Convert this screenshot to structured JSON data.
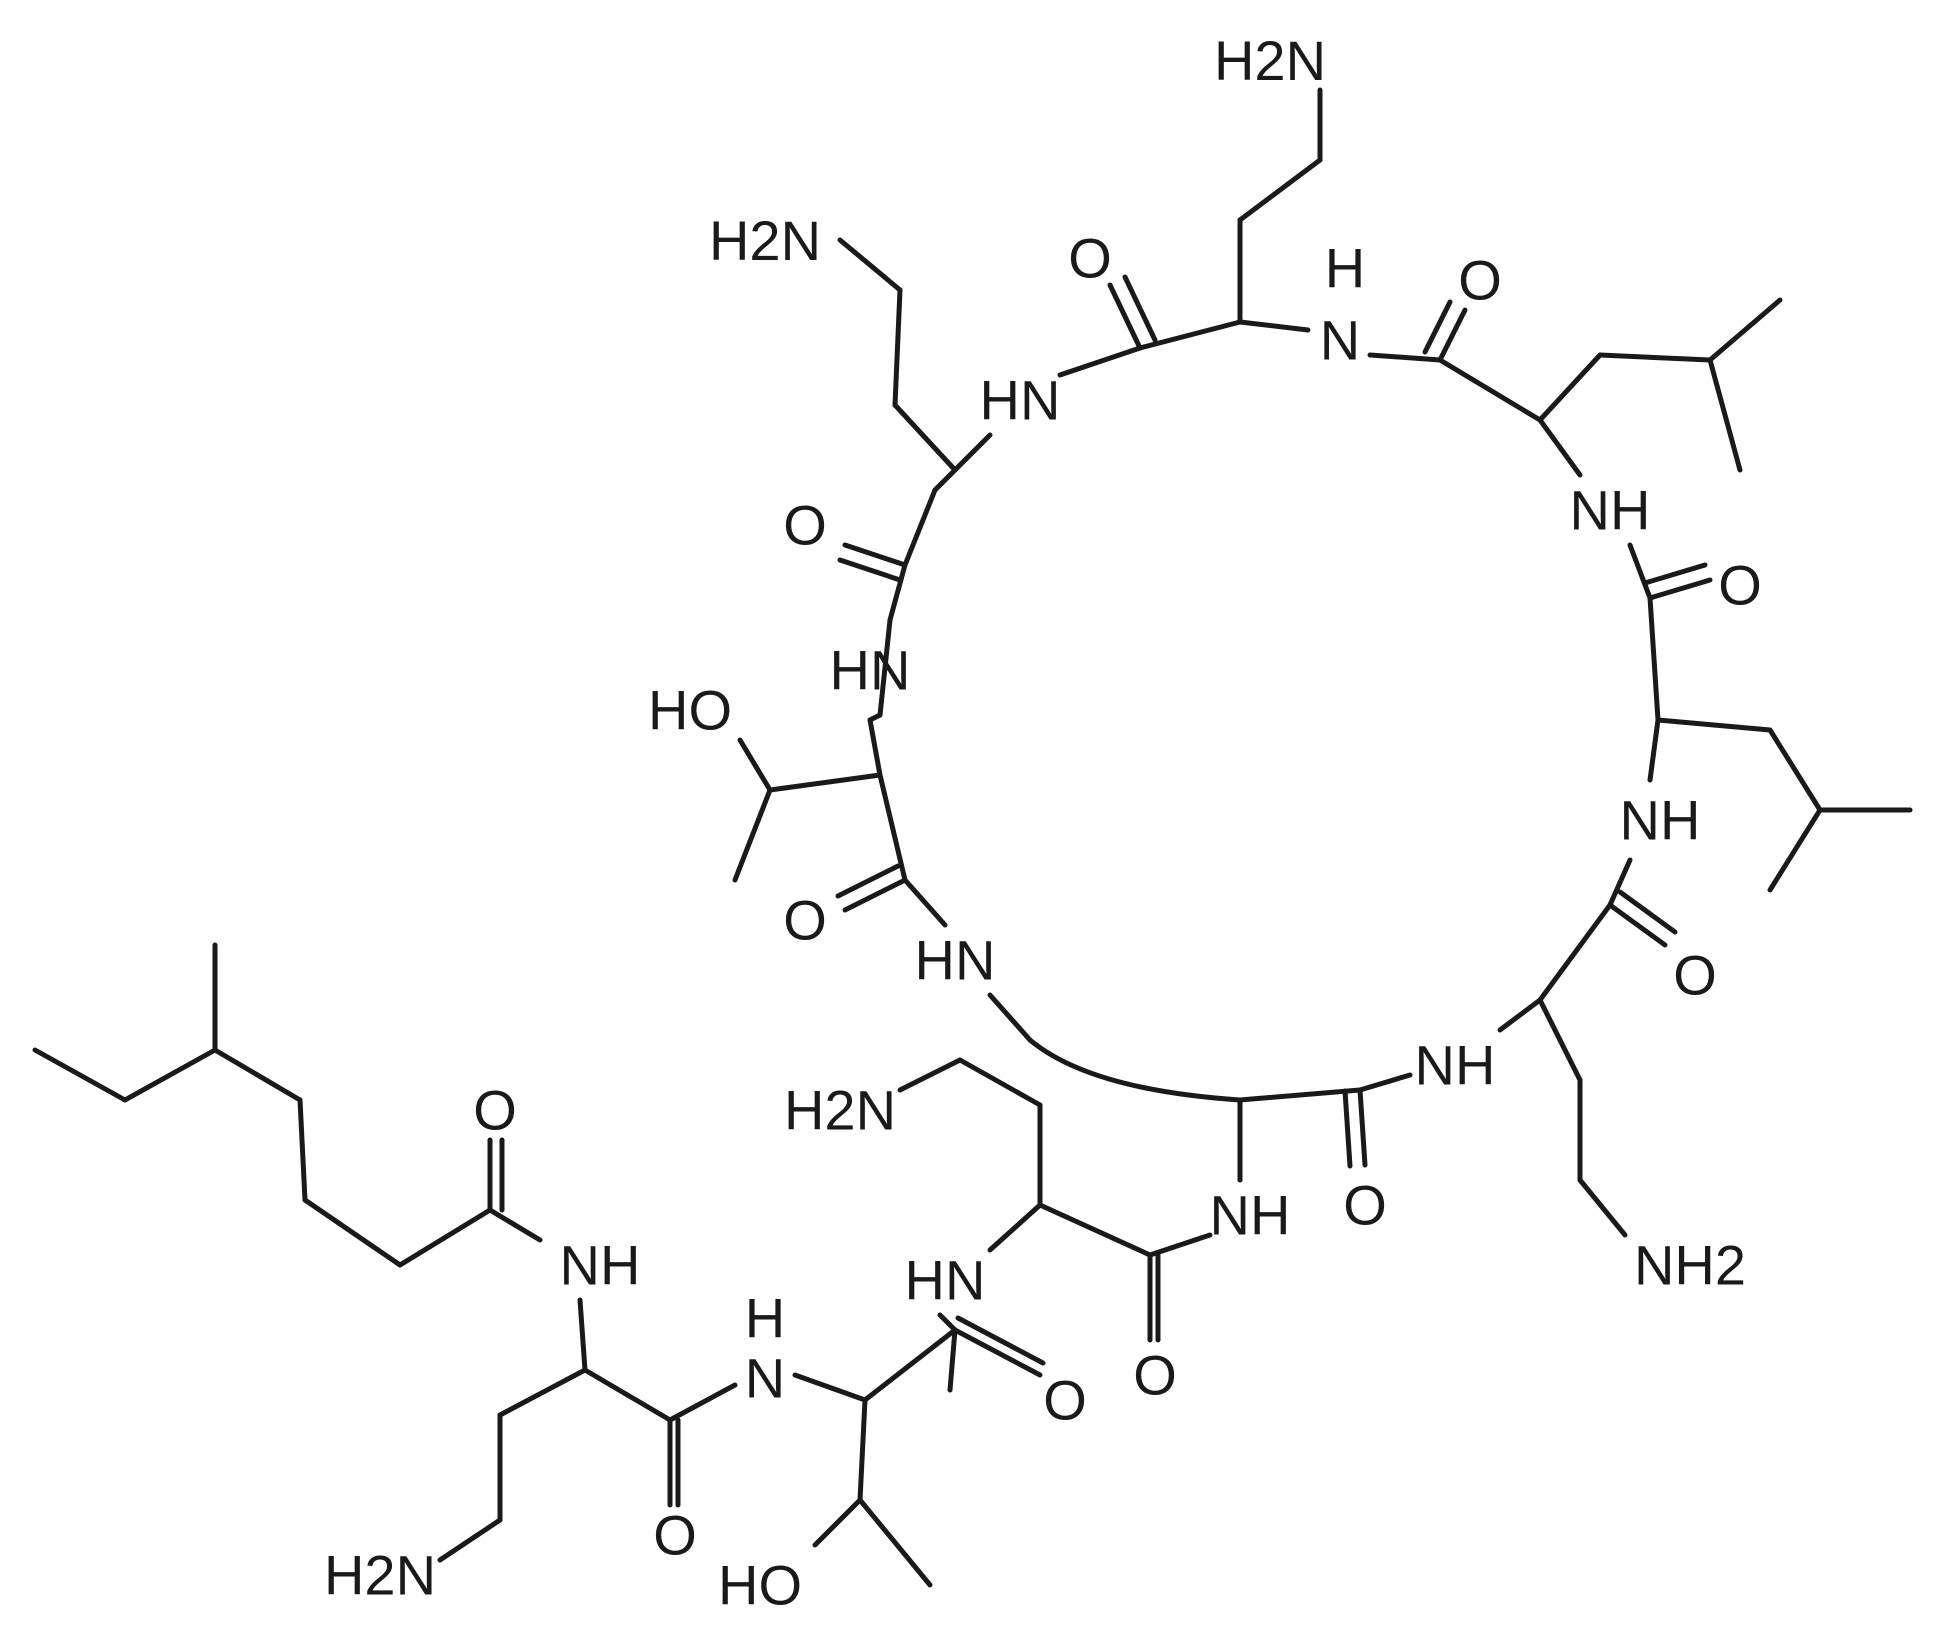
{
  "labels": {
    "top_amine": "H2N",
    "left_amine": "H2N",
    "nh_top": "H",
    "amide_nh_top": "N",
    "hn_upper_left": "HN",
    "nh_right_upper": "NH",
    "hn_left_mid": "HN",
    "ho_ring": "HO",
    "nh_right_mid": "NH",
    "hn_lower_left": "HN",
    "nh_bottom_ring": "NH",
    "amine_chain_mid": "H2N",
    "nh_under_ring": "NH",
    "nh2_right": "NH2",
    "nh_chain_left": "NH",
    "hn_chain": "HN",
    "nh_lower_h": "H",
    "nh_lower_n": "N",
    "amine_bottom": "H2N",
    "ho_bottom": "HO",
    "o_top_left": "O",
    "o_top_right": "O",
    "o_right_upper": "O",
    "o_left_upper": "O",
    "o_left_lower": "O",
    "o_right_lower": "O",
    "o_bottom_ring": "O",
    "o_chain_mid": "O",
    "o_chain_right": "O",
    "o_tail": "O",
    "o_chain_left": "O"
  }
}
